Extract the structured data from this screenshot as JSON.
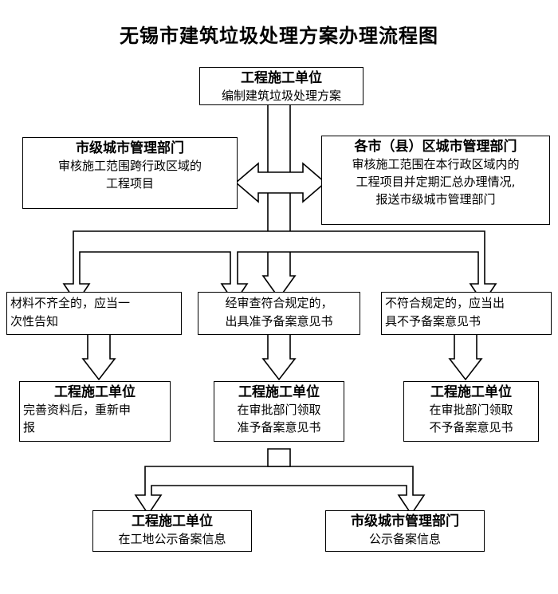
{
  "document": {
    "title": "无锡市建筑垃圾处理方案办理流程图",
    "type": "flowchart",
    "language": "zh-CN",
    "background_color": "#ffffff",
    "line_color": "#000000",
    "text_color": "#000000"
  },
  "nodes": {
    "start": {
      "head": "工程施工单位",
      "body": "编制建筑垃圾处理方案"
    },
    "city_dept": {
      "head": "市级城市管理部门",
      "body_line1": "审核施工范围跨行政区域的",
      "body_line2": "工程项目"
    },
    "district_dept": {
      "head": "各市（县）区城市管理部门",
      "body_line1": "审核施工范围在本行政区域内的",
      "body_line2": "工程项目并定期汇总办理情况,",
      "body_line3": "报送市级城市管理部门"
    },
    "incomplete": {
      "line1": "材料不齐全的，应当一",
      "line2": "次性告知"
    },
    "approved": {
      "line1": "经审查符合规定的，",
      "line2": "出具准予备案意见书"
    },
    "rejected": {
      "line1": "不符合规定的，应当出",
      "line2": "具不予备案意见书"
    },
    "resubmit": {
      "head": "工程施工单位",
      "line1": "完善资料后，重新申",
      "line2": "报"
    },
    "collect_approval": {
      "head": "工程施工单位",
      "line1": "在审批部门领取",
      "line2": "准予备案意见书"
    },
    "collect_rejection": {
      "head": "工程施工单位",
      "line1": "在审批部门领取",
      "line2": "不予备案意见书"
    },
    "publicize_site": {
      "head": "工程施工单位",
      "body": "在工地公示备案信息"
    },
    "publicize_dept": {
      "head": "市级城市管理部门",
      "body": "公示备案信息"
    }
  },
  "connectors": {
    "start_down": "down-arrow-from-start",
    "bidirectional": "double-headed-horizontal-arrow",
    "split_three": "three-way-down-split-bus",
    "merge_two": "two-way-down-split-bus"
  }
}
